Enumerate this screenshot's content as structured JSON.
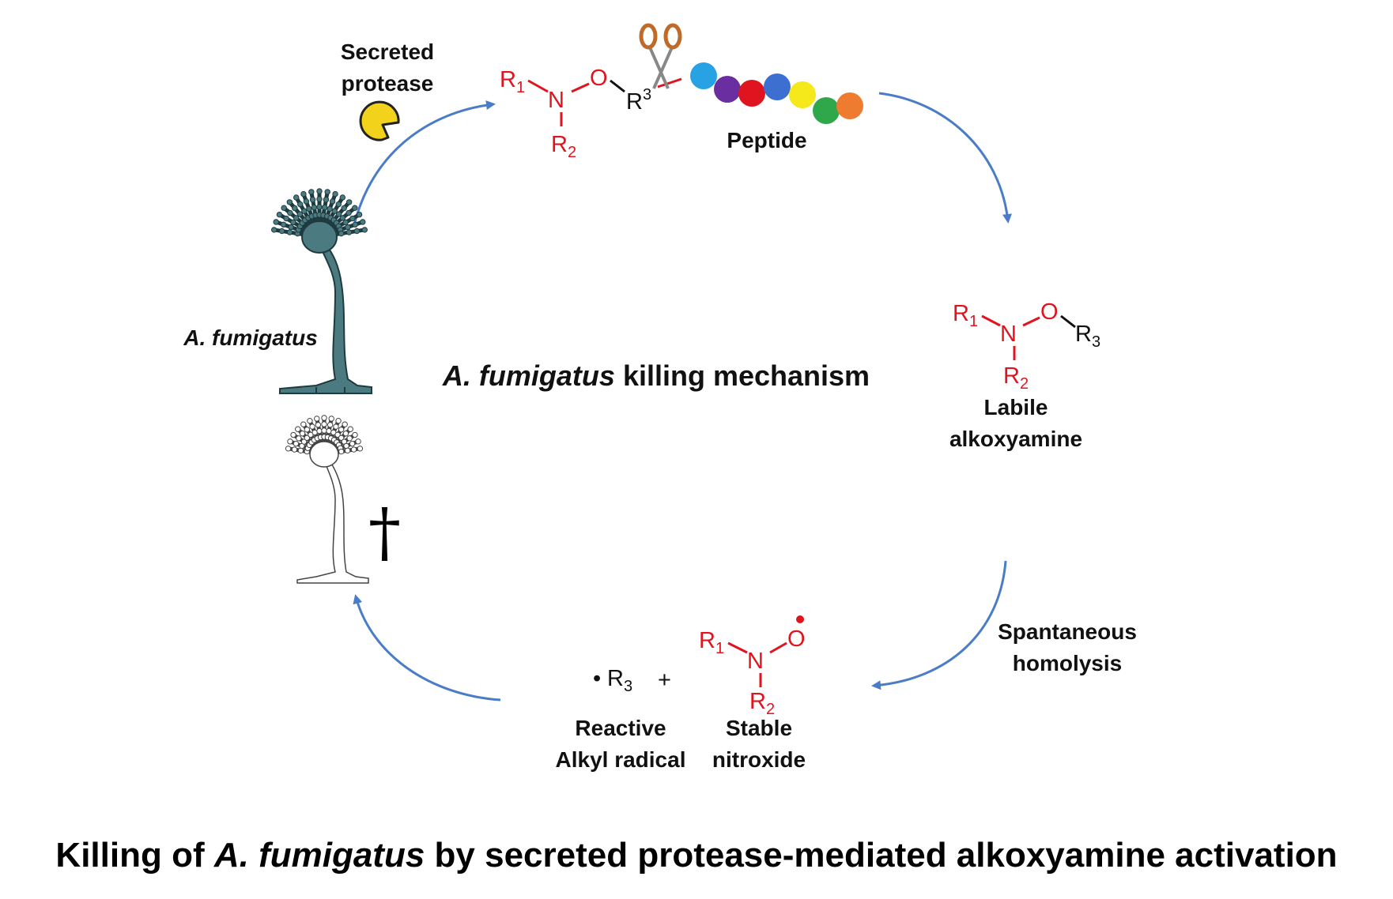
{
  "diagram": {
    "center_title_italic": "A. fumigatus",
    "center_title_rest": "killing mechanism",
    "footer_title_pre": "Killing of",
    "footer_title_italic": "A. fumigatus",
    "footer_title_post": "by secreted protease-mediated alkoxyamine activation",
    "protease_label_line1": "Secreted",
    "protease_label_line2": "protease",
    "peptide_label": "Peptide",
    "organism_label": "A. fumigatus",
    "alkoxyamine_label_line1": "Labile",
    "alkoxyamine_label_line2": "alkoxyamine",
    "homolysis_label_line1": "Spantaneous",
    "homolysis_label_line2": "homolysis",
    "radical_label_line1": "Reactive",
    "radical_label_line2": "Alkyl radical",
    "nitroxide_label_line1": "Stable",
    "nitroxide_label_line2": "nitroxide",
    "dead_symbol": "†",
    "plus_sign": "+",
    "atoms": {
      "r": "R",
      "n": "N",
      "o": "O",
      "sub1": "1",
      "sub2": "2",
      "sub3": "3",
      "radical_dot": "•"
    },
    "peptide_bead_colors": [
      "#27a3e3",
      "#6a2ea0",
      "#e0141e",
      "#3d6fd1",
      "#f5e81b",
      "#2ea84a",
      "#ee7b30"
    ],
    "colors": {
      "arrow": "#4a7cc7",
      "chem_red": "#e0141e",
      "fungus": "#4b7a80",
      "protease": "#f3d21c"
    }
  }
}
